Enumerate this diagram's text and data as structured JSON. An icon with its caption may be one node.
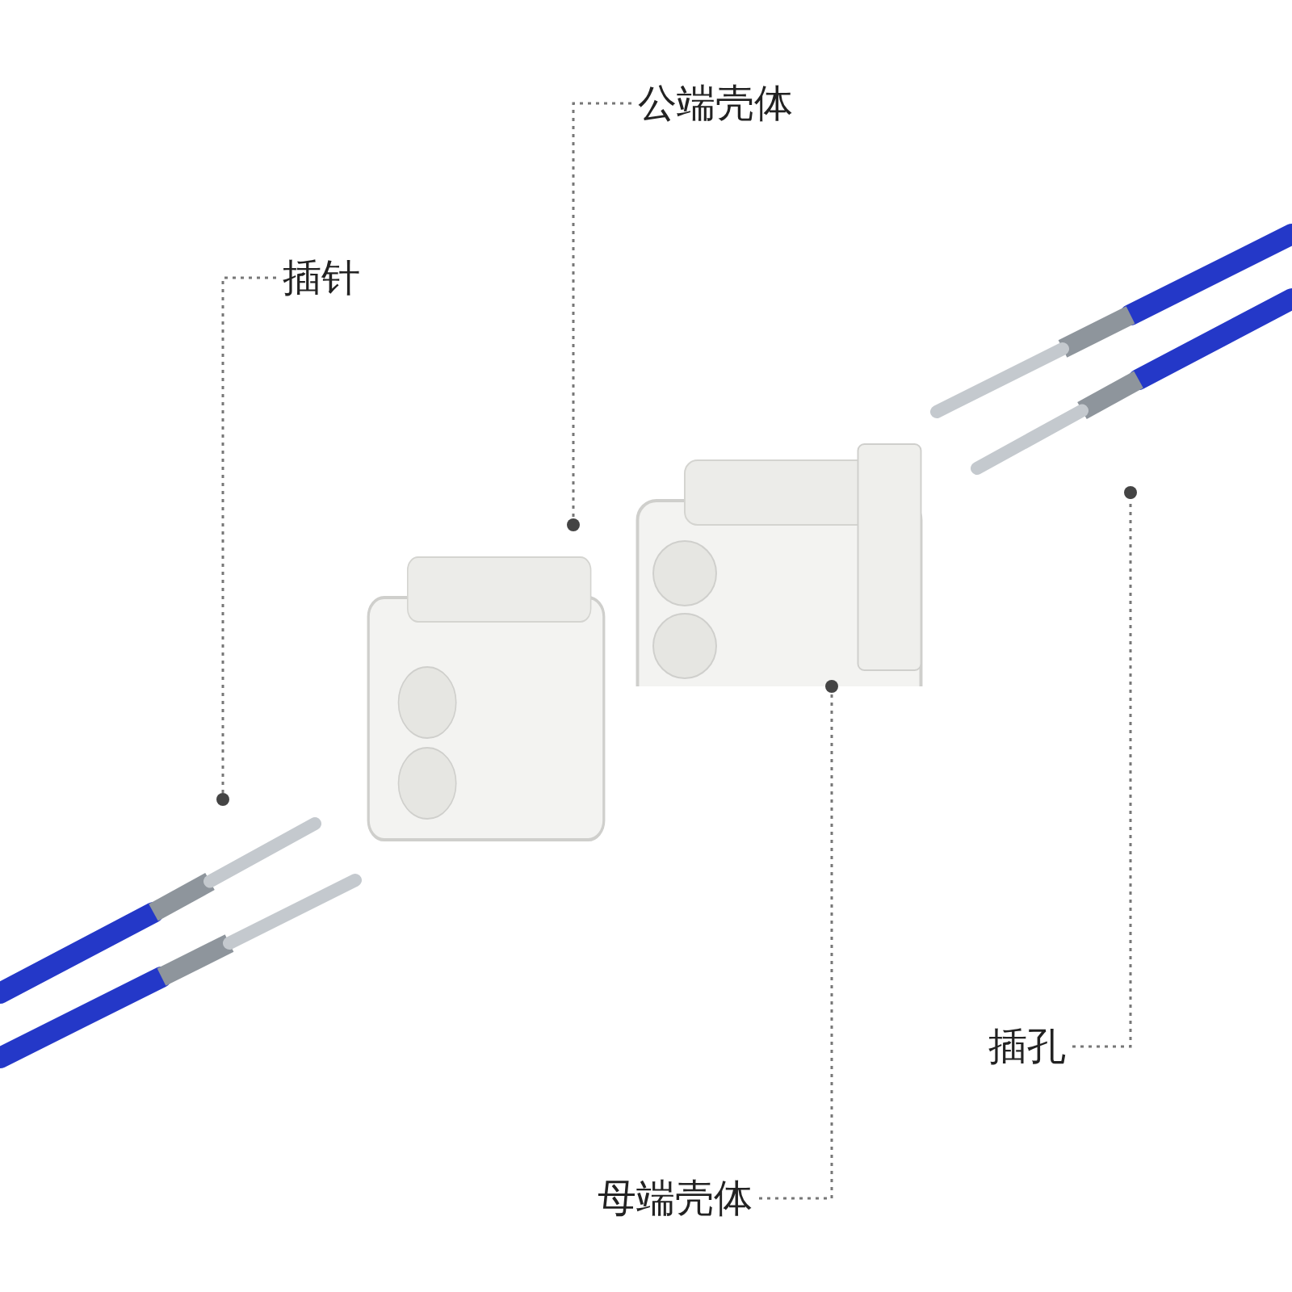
{
  "diagram": {
    "nodes": [
      {
        "text": [
          "公端壳体"
        ]
      },
      {
        "text": [
          "插针"
        ]
      },
      {
        "text": [
          "插孔"
        ]
      },
      {
        "text": [
          "母端壳体"
        ]
      },
      {
        "text": [],
        "shape": "picture"
      },
      {
        "text": [],
        "shape": "picture"
      },
      {
        "text": [],
        "shape": "picture"
      },
      {
        "text": [],
        "shape": "picture"
      }
    ],
    "edges": [
      {
        "from": 0,
        "to": 5,
        "arrow": "other",
        "style": "dashed"
      },
      {
        "from": 1,
        "to": 4,
        "arrow": "other",
        "style": "dashed"
      },
      {
        "from": 2,
        "to": 7,
        "arrow": "other",
        "style": "dashed"
      },
      {
        "from": 3,
        "to": 6,
        "arrow": "other",
        "style": "dashed"
      }
    ]
  }
}
